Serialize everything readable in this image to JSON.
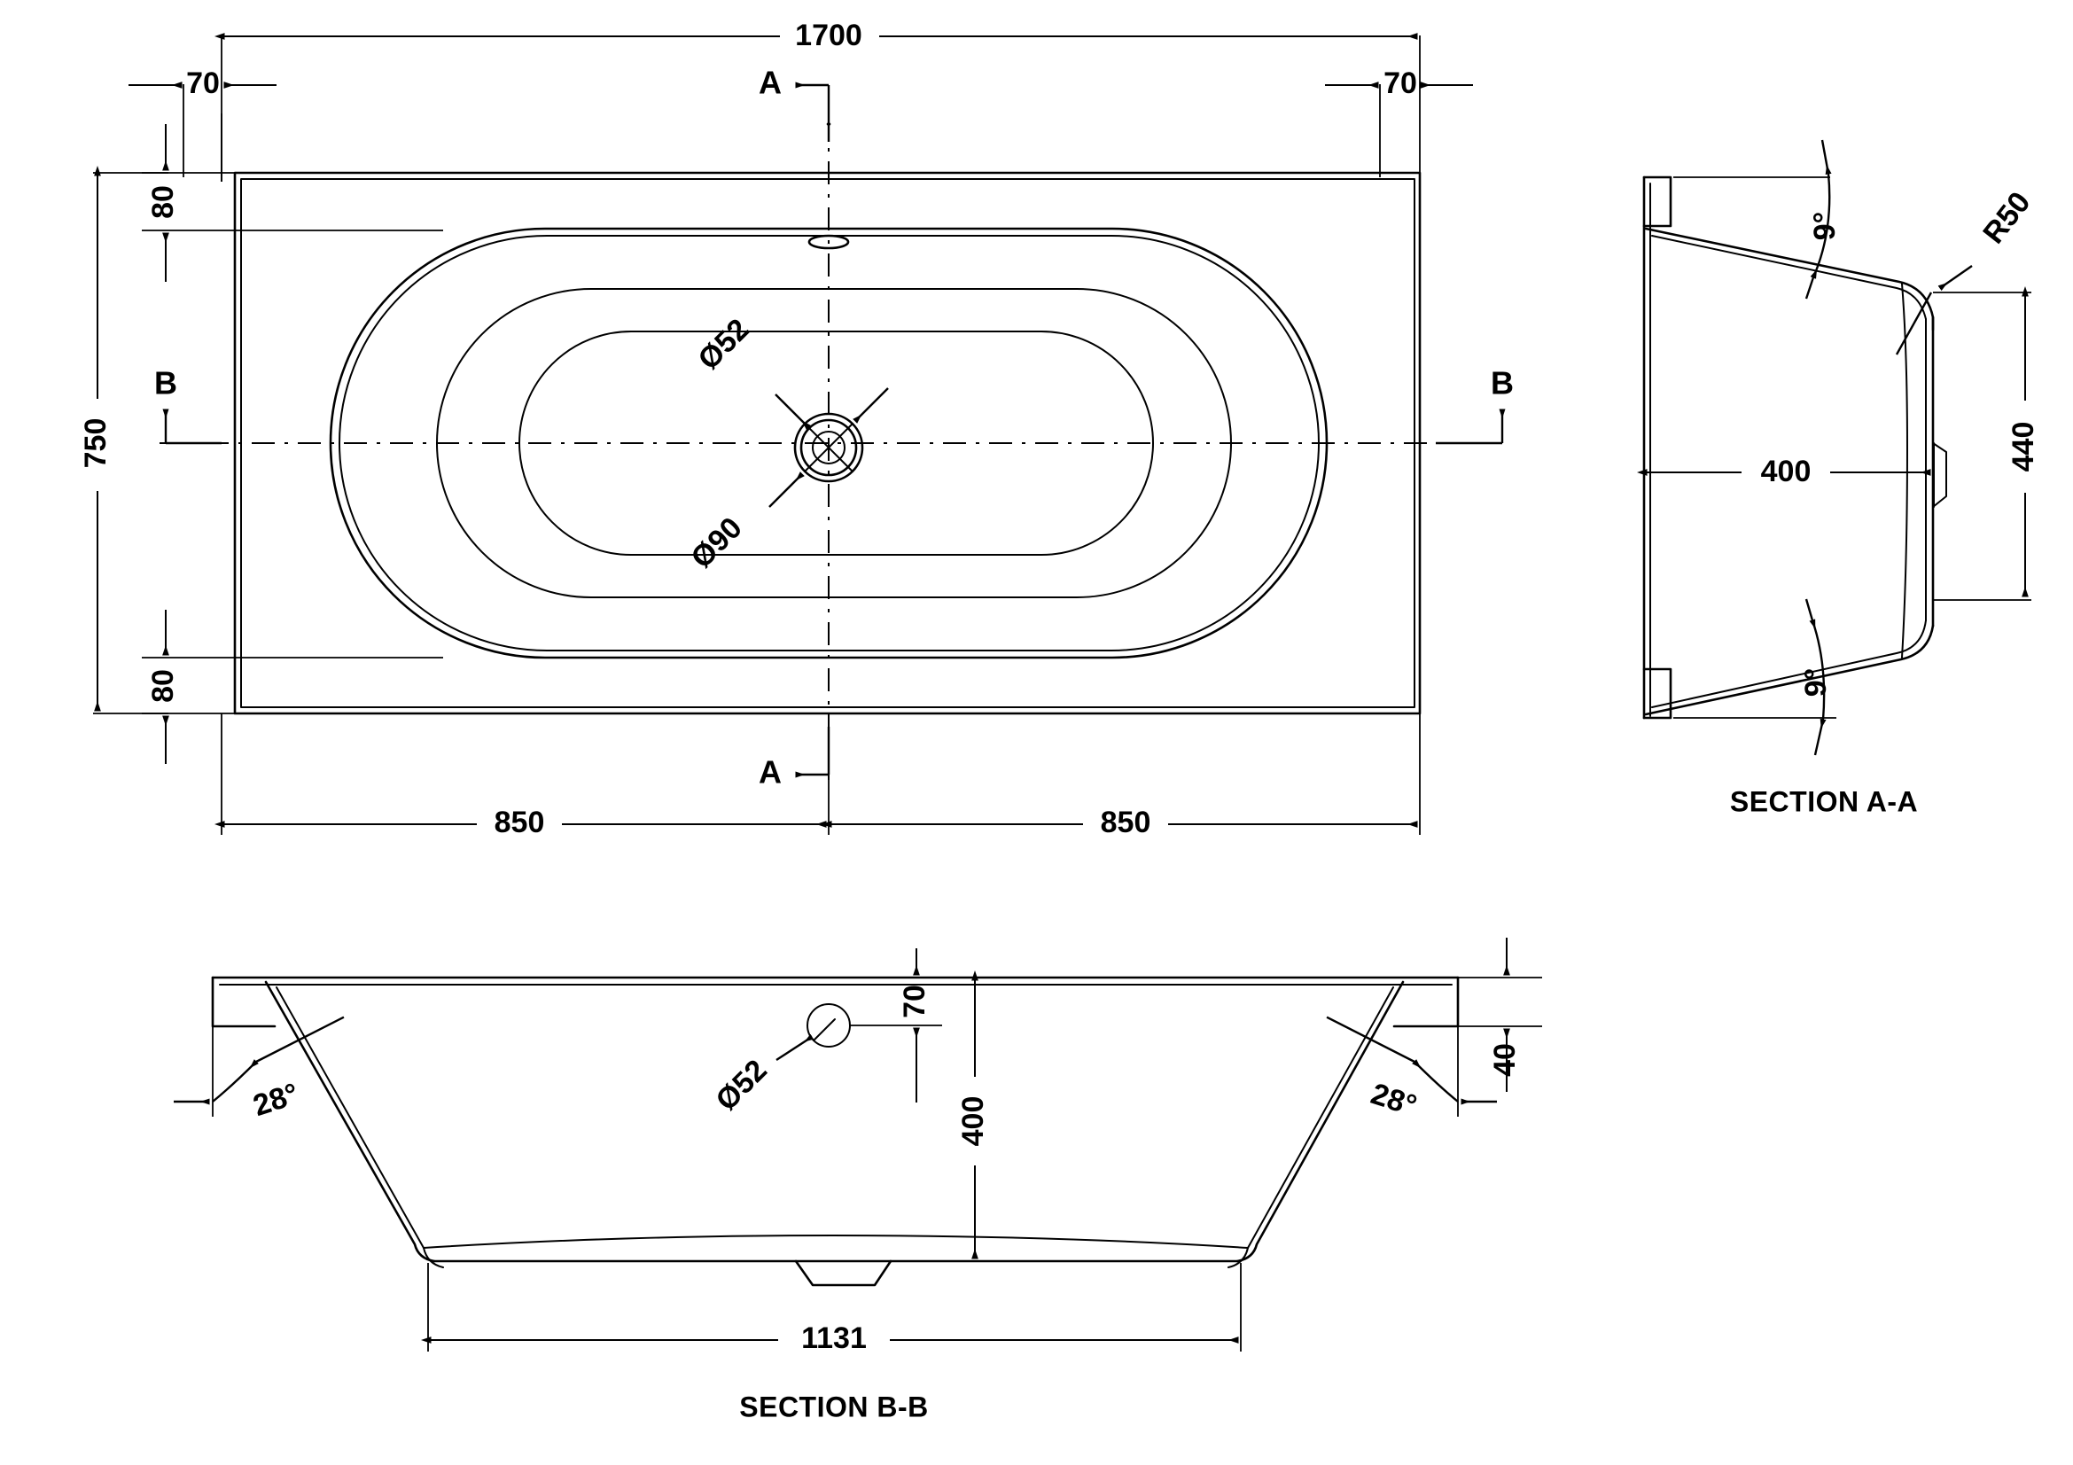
{
  "drawing": {
    "type": "engineering-drawing",
    "subject": "double-ended rectangular bath",
    "units": "mm"
  },
  "plan_view": {
    "name": "plan-view",
    "dimensions": {
      "overall_length": "1700",
      "overall_width": "750",
      "rim_left": "70",
      "rim_right": "70",
      "rim_top": "80",
      "rim_bottom": "80",
      "half_left": "850",
      "half_right": "850"
    },
    "callouts": {
      "waste_outer": "Ø90",
      "waste_inner": "Ø52"
    },
    "section_markers": {
      "a_top": "A",
      "a_bottom": "A",
      "b_left": "B",
      "b_right": "B"
    }
  },
  "section_aa": {
    "name": "section-a-a",
    "title": "SECTION A-A",
    "dimensions": {
      "inner_width": "400",
      "height": "440"
    },
    "callouts": {
      "radius": "R50",
      "angle_top": "9°",
      "angle_bottom": "9°"
    }
  },
  "section_bb": {
    "name": "section-b-b",
    "title": "SECTION B-B",
    "dimensions": {
      "overflow_drop": "70",
      "depth": "400",
      "rim_thickness": "40",
      "base_width": "1131"
    },
    "callouts": {
      "overflow_dia": "Ø52",
      "angle_left": "28°",
      "angle_right": "28°"
    }
  },
  "style": {
    "line_color": "#000000",
    "background": "#ffffff"
  }
}
